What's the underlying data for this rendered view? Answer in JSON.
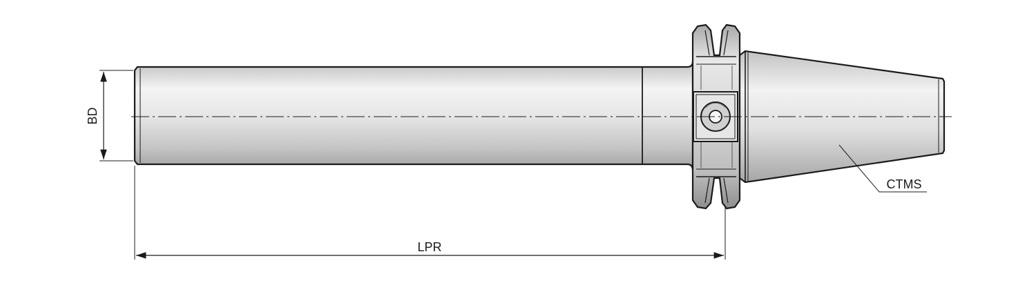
{
  "labels": {
    "bore_diameter": "BD",
    "length_projection": "LPR",
    "connection_taper": "CTMS"
  },
  "colors": {
    "outline": "#1a1a1a",
    "body_fill_light": "#f7f7f7",
    "body_fill_mid": "#d9d9d9",
    "body_fill_dark": "#a8a8a8",
    "centerline": "#1a1a1a"
  }
}
